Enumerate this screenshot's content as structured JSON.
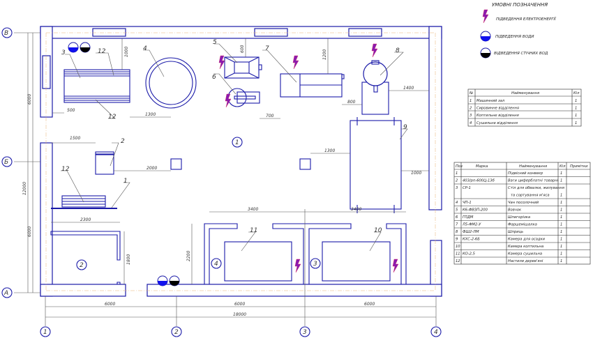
{
  "legend": {
    "title": "УМОВНІ ПОЗНАЧЕННЯ",
    "items": [
      {
        "icon": "lightning-icon",
        "label": "ПІДВЕДЕННЯ ЕЛЕКТРОЕНЕРГІЇ"
      },
      {
        "icon": "water-supply-icon",
        "label": "ПІДВЕДЕННЯ ВОДИ"
      },
      {
        "icon": "sewage-icon",
        "label": "ВІДВЕДЕННЯ СТІЧНИХ ВОД"
      }
    ]
  },
  "rooms_table": {
    "headers": [
      "№",
      "Найменування",
      "Кіл"
    ],
    "rows": [
      [
        "1",
        "Машинний зал",
        "1"
      ],
      [
        "2",
        "Сировинне відділення",
        "1"
      ],
      [
        "3",
        "Коптильне відділення",
        "1"
      ],
      [
        "4",
        "Сушильне відділення",
        "1"
      ]
    ]
  },
  "equipment_table": {
    "headers": [
      "Поз",
      "Марка",
      "Найменування",
      "Кіл",
      "Примітки"
    ],
    "rows": [
      [
        "1",
        "",
        "Підвісний конвеєр",
        "1",
        ""
      ],
      [
        "2",
        "403/рп-600Ц-13б",
        "Ваги циферблатні товарні",
        "1",
        ""
      ],
      [
        "3",
        "СР-1",
        "Стіл для обвалки, жилування",
        "",
        ""
      ],
      [
        "",
        "",
        "та сортування м'яса",
        "1",
        ""
      ],
      [
        "4",
        "ЧП-1",
        "Чан посолочний",
        "1",
        ""
      ],
      [
        "5",
        "К6-ФВЗП-200",
        "Вовчок",
        "1",
        ""
      ],
      [
        "6",
        "ГПДМ",
        "Шпигорізка",
        "1",
        ""
      ],
      [
        "7",
        "Л5-ФМ2-У",
        "Фаршемішалка",
        "1",
        ""
      ],
      [
        "8",
        "ФШ2-ЛМ",
        "Шприць",
        "1",
        ""
      ],
      [
        "9",
        "КХС-2-6Б",
        "Камера для осадки",
        "1",
        ""
      ],
      [
        "10",
        "",
        "Камера коптильна",
        "1",
        ""
      ],
      [
        "11",
        "КО-2,5",
        "Камера сушильна",
        "1",
        ""
      ],
      [
        "12",
        "",
        "Настили дерев'яні",
        "1",
        ""
      ]
    ]
  },
  "axes": {
    "rows": [
      "В",
      "Б",
      "А"
    ],
    "cols": [
      "1",
      "2",
      "3",
      "4"
    ]
  },
  "dims": {
    "d500": "500",
    "d1000": "1000",
    "d1300": "1300",
    "d600": "600",
    "d1200": "1200",
    "d700": "700",
    "d800": "800",
    "d1400": "1400",
    "d1500": "1500",
    "d2000": "2000",
    "d1300b": "1300",
    "d1000b": "1000",
    "d2300": "2300",
    "d1800": "1800",
    "d3400a": "3400",
    "d3400b": "3400",
    "d2200": "2200",
    "d6000a": "6000",
    "d6000b": "6000",
    "d6000c": "6000",
    "d18000": "18000",
    "d6000l1": "6000",
    "d6000l2": "6000",
    "d12000": "12000"
  },
  "labels": {
    "p1": "1",
    "p2": "2",
    "p3": "3",
    "p4": "4",
    "p5": "5",
    "p6": "6",
    "p7": "7",
    "p8": "8",
    "p9": "9",
    "p10": "10",
    "p11": "11",
    "p12a": "12",
    "p12b": "12",
    "p12c": "12",
    "room1": "1",
    "room2": "2",
    "room3": "3",
    "room4": "4"
  },
  "colors": {
    "line": "#1a1aa8",
    "power": "#8a1ab0",
    "water": "#1010ee",
    "sewage": "#000000"
  }
}
